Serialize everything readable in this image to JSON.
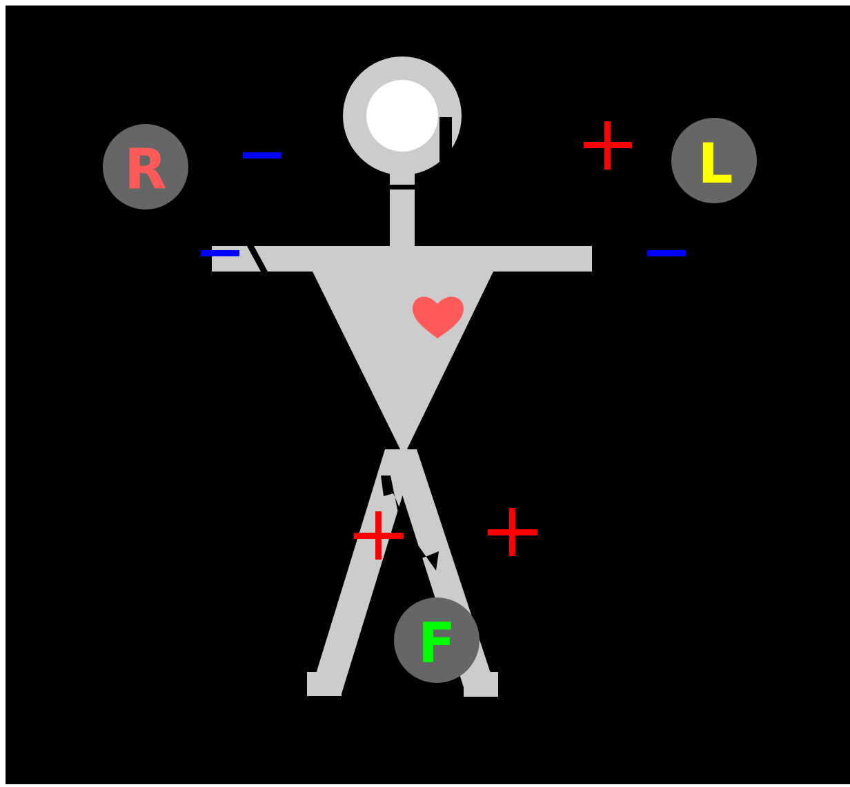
{
  "electrodes": {
    "right_arm": {
      "label": "R",
      "color": "#ff5a5a"
    },
    "left_arm": {
      "label": "L",
      "color": "#ffff00"
    },
    "foot": {
      "label": "F",
      "color": "#00ff00"
    }
  },
  "polarity": {
    "positive_color": "#ff0000",
    "negative_color": "#0000ff"
  },
  "colors": {
    "background": "#000000",
    "figure": "#cccccc",
    "head_face": "#ffffff",
    "electrode_disc": "#666666",
    "heart": "#ff5a5a"
  },
  "icons": [
    "stick-figure",
    "heart-icon",
    "plus-sign",
    "minus-sign",
    "electrode-disc"
  ]
}
